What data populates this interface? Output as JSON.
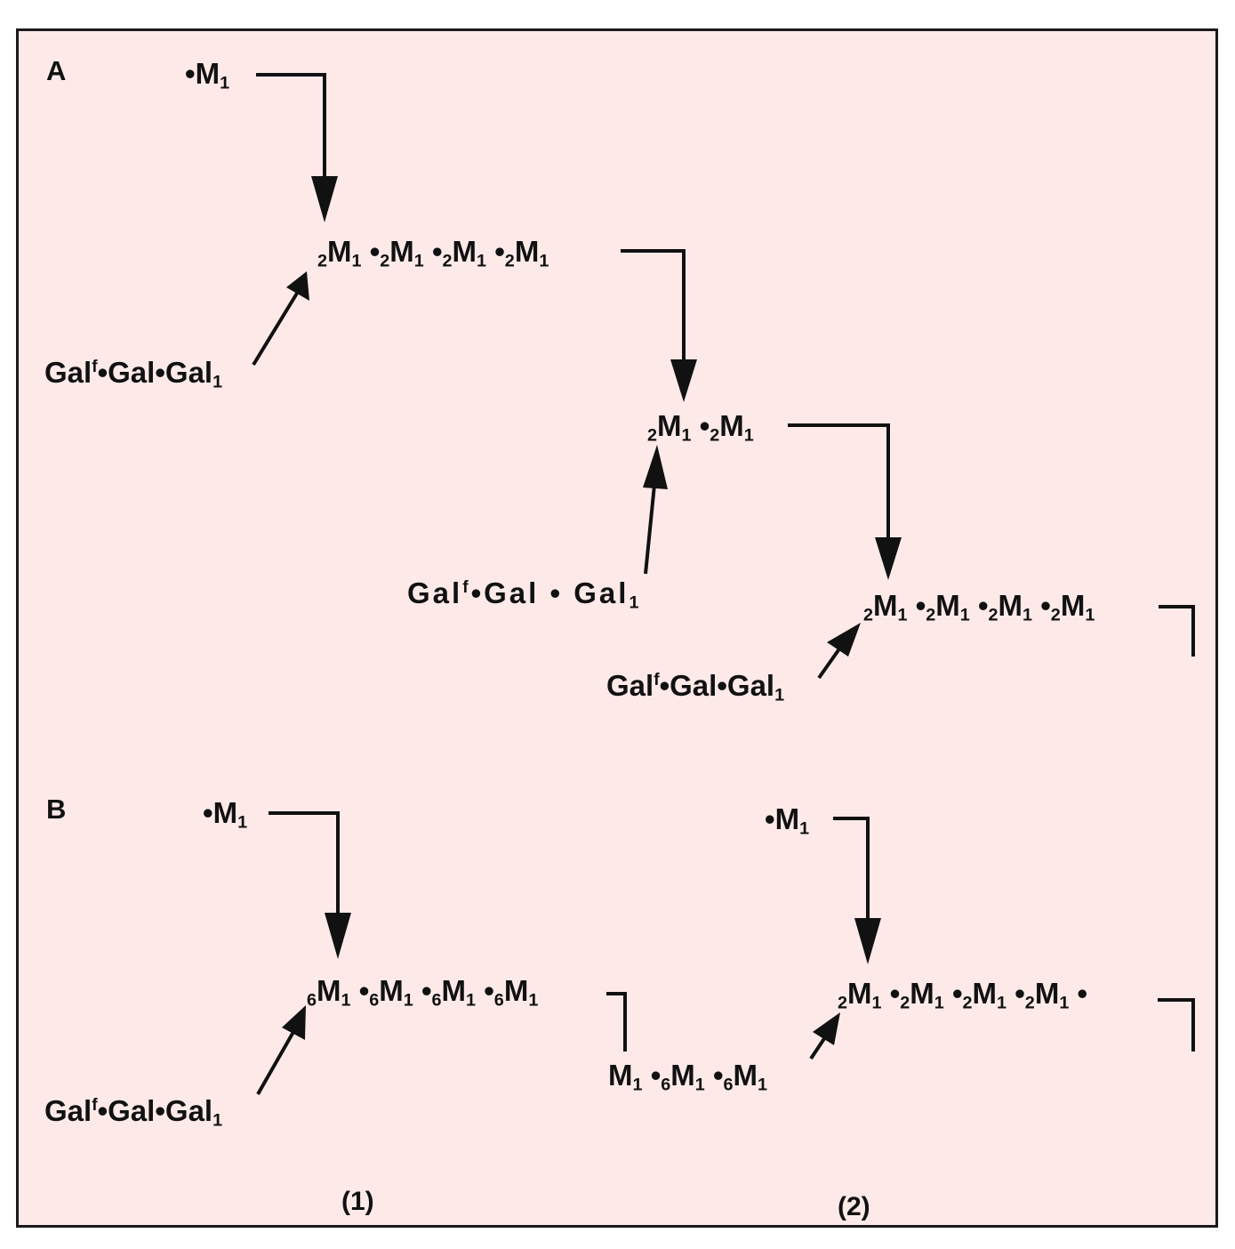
{
  "panels": {
    "a": {
      "label": "A"
    },
    "b": {
      "label": "B",
      "caption_1": "(1)",
      "caption_2": "(2)"
    }
  },
  "tokens": {
    "dot": "•",
    "M": "M",
    "gal": "Gal",
    "galf_sup": "f",
    "one": "1",
    "two": "2",
    "six": "6"
  },
  "colors": {
    "background": "#fdeae8",
    "ink": "#111111"
  }
}
